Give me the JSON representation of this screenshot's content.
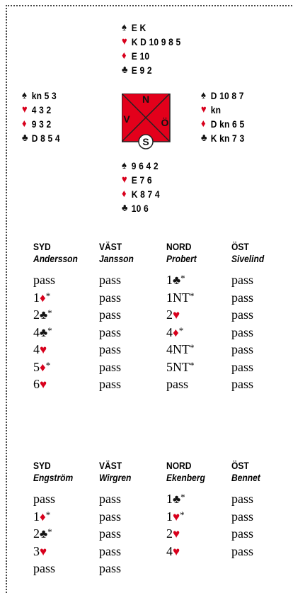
{
  "hands": {
    "north": {
      "spades": "E K",
      "hearts": "K D 10 9 8 5",
      "diamonds": "E 10",
      "clubs": "E 9 2"
    },
    "west": {
      "spades": "kn 5 3",
      "hearts": "4 3 2",
      "diamonds": "9 3 2",
      "clubs": "D 8 5 4"
    },
    "east": {
      "spades": "D 10 8 7",
      "hearts": "kn",
      "diamonds": "D kn 6 5",
      "clubs": "K kn 7 3"
    },
    "south": {
      "spades": "9 6 4 2",
      "hearts": "E 7 6",
      "diamonds": "K 8 7 4",
      "clubs": "10 6"
    }
  },
  "compass": {
    "n": "N",
    "v": "V",
    "o": "Ö",
    "s": "S"
  },
  "tables": [
    {
      "headers": [
        {
          "pos": "SYD",
          "name": "Andersson"
        },
        {
          "pos": "VÄST",
          "name": "Jansson"
        },
        {
          "pos": "NORD",
          "name": "Probert"
        },
        {
          "pos": "ÖST",
          "name": "Sivelind"
        }
      ],
      "rows": [
        [
          {
            "t": "pass"
          },
          {
            "t": "pass"
          },
          {
            "t": "1",
            "suit": "♣",
            "star": "*"
          },
          {
            "t": "pass"
          }
        ],
        [
          {
            "t": "1",
            "suit": "♦",
            "star": "*"
          },
          {
            "t": "pass"
          },
          {
            "t": "1NT",
            "star": "*"
          },
          {
            "t": "pass"
          }
        ],
        [
          {
            "t": "2",
            "suit": "♣",
            "star": "*"
          },
          {
            "t": "pass"
          },
          {
            "t": "2",
            "suit": "♥"
          },
          {
            "t": "pass"
          }
        ],
        [
          {
            "t": "4",
            "suit": "♣",
            "star": "*"
          },
          {
            "t": "pass"
          },
          {
            "t": "4",
            "suit": "♦",
            "star": "*"
          },
          {
            "t": "pass"
          }
        ],
        [
          {
            "t": "4",
            "suit": "♥"
          },
          {
            "t": "pass"
          },
          {
            "t": "4NT",
            "star": "*"
          },
          {
            "t": "pass"
          }
        ],
        [
          {
            "t": "5",
            "suit": "♦",
            "star": "*"
          },
          {
            "t": "pass"
          },
          {
            "t": "5NT",
            "star": "*"
          },
          {
            "t": "pass"
          }
        ],
        [
          {
            "t": "6",
            "suit": "♥"
          },
          {
            "t": "pass"
          },
          {
            "t": "pass"
          },
          {
            "t": "pass"
          }
        ]
      ]
    },
    {
      "headers": [
        {
          "pos": "SYD",
          "name": "Engström"
        },
        {
          "pos": "VÄST",
          "name": "Wirgren"
        },
        {
          "pos": "NORD",
          "name": "Ekenberg"
        },
        {
          "pos": "ÖST",
          "name": "Bennet"
        }
      ],
      "rows": [
        [
          {
            "t": "pass"
          },
          {
            "t": "pass"
          },
          {
            "t": "1",
            "suit": "♣",
            "star": "*"
          },
          {
            "t": "pass"
          }
        ],
        [
          {
            "t": "1",
            "suit": "♦",
            "star": "*"
          },
          {
            "t": "pass"
          },
          {
            "t": "1",
            "suit": "♥",
            "star": "*"
          },
          {
            "t": "pass"
          }
        ],
        [
          {
            "t": "2",
            "suit": "♣",
            "star": "*"
          },
          {
            "t": "pass"
          },
          {
            "t": "2",
            "suit": "♥"
          },
          {
            "t": "pass"
          }
        ],
        [
          {
            "t": "3",
            "suit": "♥"
          },
          {
            "t": "pass"
          },
          {
            "t": "4",
            "suit": "♥"
          },
          {
            "t": "pass"
          }
        ],
        [
          {
            "t": "pass"
          },
          {
            "t": "pass"
          }
        ]
      ]
    }
  ],
  "colors": {
    "red": "#d8001c",
    "black": "#111111"
  }
}
